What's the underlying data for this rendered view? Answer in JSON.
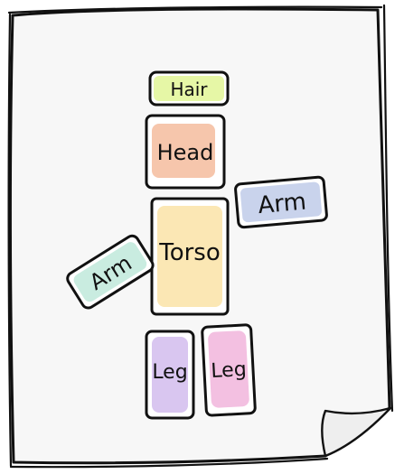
{
  "parts": [
    {
      "id": "hair",
      "label": "Hair",
      "fill": "#e6f7a6"
    },
    {
      "id": "head",
      "label": "Head",
      "fill": "#f6c6ac"
    },
    {
      "id": "arm-right",
      "label": "Arm",
      "fill": "#c9d3ec"
    },
    {
      "id": "torso",
      "label": "Torso",
      "fill": "#fbe7b4"
    },
    {
      "id": "arm-left",
      "label": "Arm",
      "fill": "#c9ece0"
    },
    {
      "id": "leg-left",
      "label": "Leg",
      "fill": "#d9c6f0"
    },
    {
      "id": "leg-right",
      "label": "Leg",
      "fill": "#f3c0e1"
    }
  ],
  "paper": {
    "fill": "#f7f7f7",
    "stroke": "#111111"
  }
}
